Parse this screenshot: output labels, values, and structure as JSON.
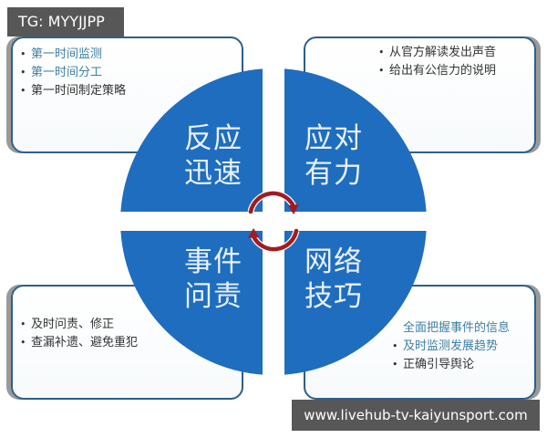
{
  "watermark": {
    "badge": "TG: MYYJJPP",
    "url": "www.livehub-tv-kaiyunsport.com"
  },
  "colors": {
    "quadrant_fill": "#1f6dbf",
    "box_border": "#2d5f8a",
    "cycle_arrow": "#a31b1f",
    "highlight_text": "#3f7fa6",
    "normal_text": "#333333"
  },
  "quadrants": {
    "top_left": {
      "label_line1": "反应",
      "label_line2": "迅速",
      "bullets": [
        {
          "text": "第一时间监测",
          "highlight": true
        },
        {
          "text": "第一时间分工",
          "highlight": true
        },
        {
          "text": "第一时间制定策略",
          "highlight": false
        }
      ]
    },
    "top_right": {
      "label_line1": "应对",
      "label_line2": "有力",
      "bullets": [
        {
          "text": "从官方解读发出声音",
          "highlight": false
        },
        {
          "text": "给出有公信力的说明",
          "highlight": false
        }
      ]
    },
    "bottom_left": {
      "label_line1": "事件",
      "label_line2": "问责",
      "bullets": [
        {
          "text": "及时问责、修正",
          "highlight": false
        },
        {
          "text": "查漏补遗、避免重犯",
          "highlight": false
        }
      ]
    },
    "bottom_right": {
      "label_line1": "网络",
      "label_line2": "技巧",
      "bullets": [
        {
          "text": "全面把握事件的信息",
          "highlight": true,
          "no_bullet": true
        },
        {
          "text": "及时监测发展趋势",
          "highlight": true
        },
        {
          "text": "正确引导舆论",
          "highlight": false
        }
      ]
    }
  },
  "center": {
    "icon": "cycle-arrows-icon"
  },
  "bullet_glyph": "•"
}
